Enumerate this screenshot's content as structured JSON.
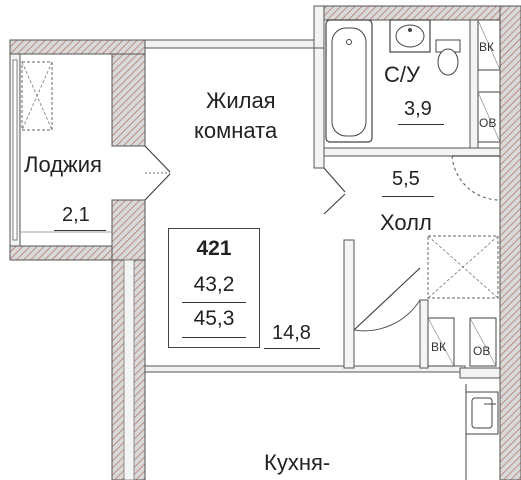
{
  "rooms": {
    "living_name": [
      "Жилая",
      "комната"
    ],
    "living_area": "14,8",
    "loggia_name": "Лоджия",
    "loggia_area": "2,1",
    "bath_name": "С/У",
    "bath_area": "3,9",
    "hall_area": "5,5",
    "hall_name": "Холл",
    "kitchen_name": "Кухня-"
  },
  "apartment": {
    "number": "421",
    "area_living": "43,2",
    "area_total": "45,3"
  },
  "shafts": {
    "vk": "ВК",
    "ov": "ОВ"
  },
  "colors": {
    "wall": "#9a9a9a",
    "hatch": "#b07060",
    "line": "#444444"
  }
}
